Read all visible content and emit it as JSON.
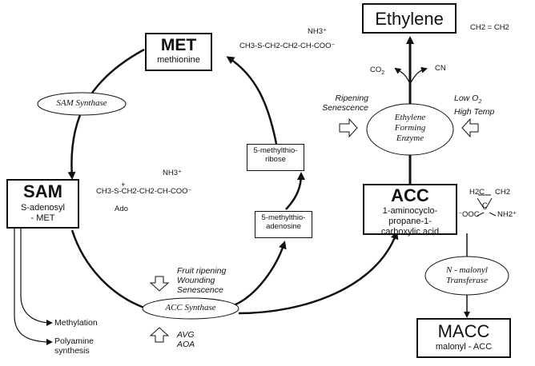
{
  "nodes": {
    "met": {
      "title": "MET",
      "subtitle": "methionine"
    },
    "sam": {
      "title": "SAM",
      "line1": "S-adenosyl",
      "line2": "- MET"
    },
    "acc": {
      "title": "ACC",
      "line1": "1-aminocyclo-",
      "line2": "propane-1-",
      "line3": "carboxylic acid"
    },
    "ethylene": {
      "title": "Ethylene"
    },
    "macc": {
      "title": "MACC",
      "subtitle": "malonyl - ACC"
    },
    "mta": {
      "line1": "5-methylthio-",
      "line2": "adenosine"
    },
    "mtr": {
      "line1": "5-methylthio-",
      "line2": "ribose"
    }
  },
  "enzymes": {
    "sam_synthase": "SAM Synthase",
    "acc_synthase": "ACC Synthase",
    "efe": {
      "line1": "Ethylene",
      "line2": "Forming",
      "line3": "Enzyme"
    },
    "malonyl_transferase": {
      "line1": "N - malonyl",
      "line2": "Transferase"
    }
  },
  "labels": {
    "ripening": "Ripening",
    "senescence": "Senescence",
    "low_o2": "Low O",
    "o2_sub": "2",
    "high_temp": "High Temp",
    "fruit_ripening": "Fruit ripening",
    "wounding": "Wounding",
    "senescence2": "Senescence",
    "avg": "AVG",
    "aoa": "AOA",
    "methylation": "Methylation",
    "polyamine1": "Polyamine",
    "polyamine2": "synthesis",
    "co2": "CO",
    "co2_sub": "2",
    "cn": "CN"
  },
  "formulas": {
    "met": "CH3-S-CH2-CH2-CH-COO⁻",
    "met_nh3": "NH3⁺",
    "sam": "CH3-S-CH2-CH2-CH-COO⁻",
    "sam_nh3": "NH3⁺",
    "sam_ado": "Ado",
    "sam_plus": "+",
    "ethylene": "CH2 = CH2",
    "acc_h2c": "H2C",
    "acc_ch2": "CH2",
    "acc_c": "C",
    "acc_ooc": "⁻OOC",
    "acc_nh2": "NH2⁺"
  }
}
